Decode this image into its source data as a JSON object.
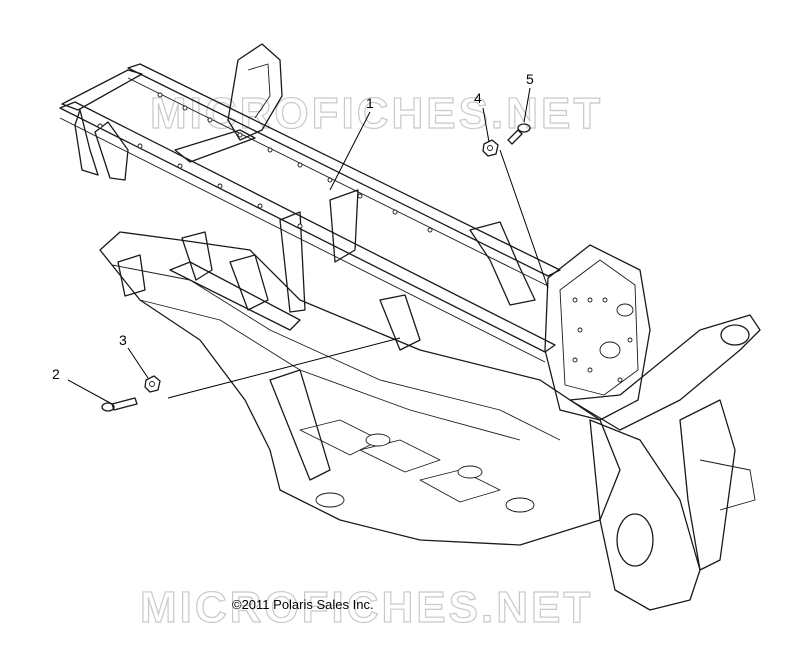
{
  "diagram": {
    "callouts": [
      {
        "label": "1"
      },
      {
        "label": "2"
      },
      {
        "label": "3"
      },
      {
        "label": "4"
      },
      {
        "label": "5"
      }
    ],
    "watermark": "MICROFICHES.NET",
    "copyright": "©2011 Polaris Sales Inc."
  }
}
